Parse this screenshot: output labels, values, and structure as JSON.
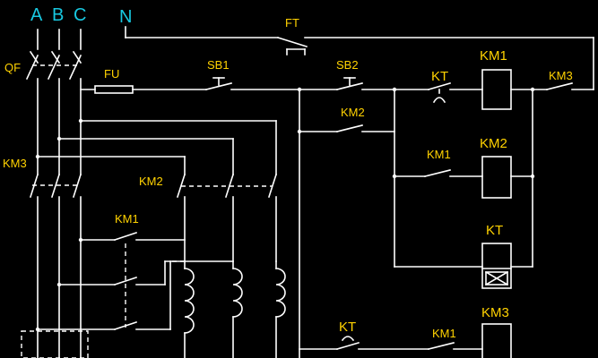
{
  "phases": {
    "a": "A",
    "b": "B",
    "c": "C",
    "n": "N"
  },
  "labels": {
    "qf": "QF",
    "fu": "FU",
    "ft": "FT",
    "sb1": "SB1",
    "sb2": "SB2",
    "km2_hold": "KM2",
    "kt_top": "KT",
    "km1_coil": "KM1",
    "km3_top": "KM3",
    "km1_contact": "KM1",
    "km2_coil": "KM2",
    "km3_main": "KM3",
    "km2_main": "KM2",
    "km1_main": "KM1",
    "kt_coil": "KT",
    "kt_bottom": "KT",
    "km1_bottom": "KM1",
    "km3_coil": "KM3"
  },
  "colors": {
    "background": "#000000",
    "wire": "#ffffff",
    "label": "#ffd200",
    "phase_label": "#18c8e0"
  }
}
